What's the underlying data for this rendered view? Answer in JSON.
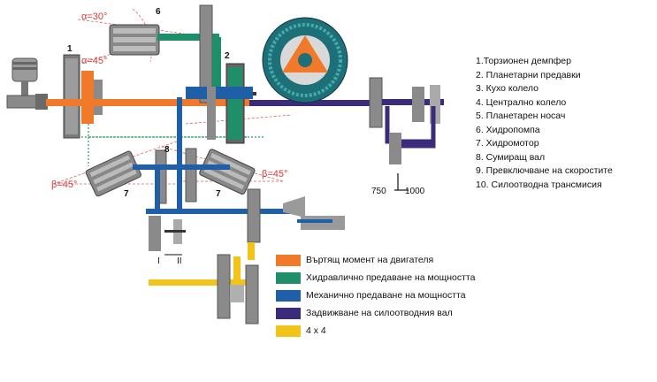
{
  "parts_list": [
    "1.Торзионен демпфер",
    "2. Планетарни предавки",
    "3. Кухо колело",
    "4. Централно колело",
    "5. Планетарен носач",
    "6. Хидропомпа",
    "7. Хидромотор",
    "8. Сумиращ вал",
    "9. Превключване на скоростите",
    "10. Силоотводна трансмисия"
  ],
  "legend": [
    {
      "label": "Въртящ момент на двигателя",
      "color": "#f07a2a"
    },
    {
      "label": "Хидравлично предаване на мощността",
      "color": "#1f8f6a"
    },
    {
      "label": "Механично предаване на мощността",
      "color": "#1f5fa8"
    },
    {
      "label": "Задвижване на силоотводния вал",
      "color": "#3c2a7a"
    },
    {
      "label": "4 x 4",
      "color": "#f2c419"
    }
  ],
  "angles": {
    "alpha_30": "α=30°",
    "alpha_45": "α=45°",
    "beta_left": "β=45°",
    "beta_right": "β=45°"
  },
  "numbers": {
    "n1": "1",
    "n2": "2",
    "n6": "6",
    "n7_left": "7",
    "n7_right": "7",
    "n8": "8"
  },
  "rpm_labels": {
    "r750": "750",
    "r1000": "1000"
  },
  "gear_labels": {
    "g1": "I",
    "g2": "II"
  }
}
